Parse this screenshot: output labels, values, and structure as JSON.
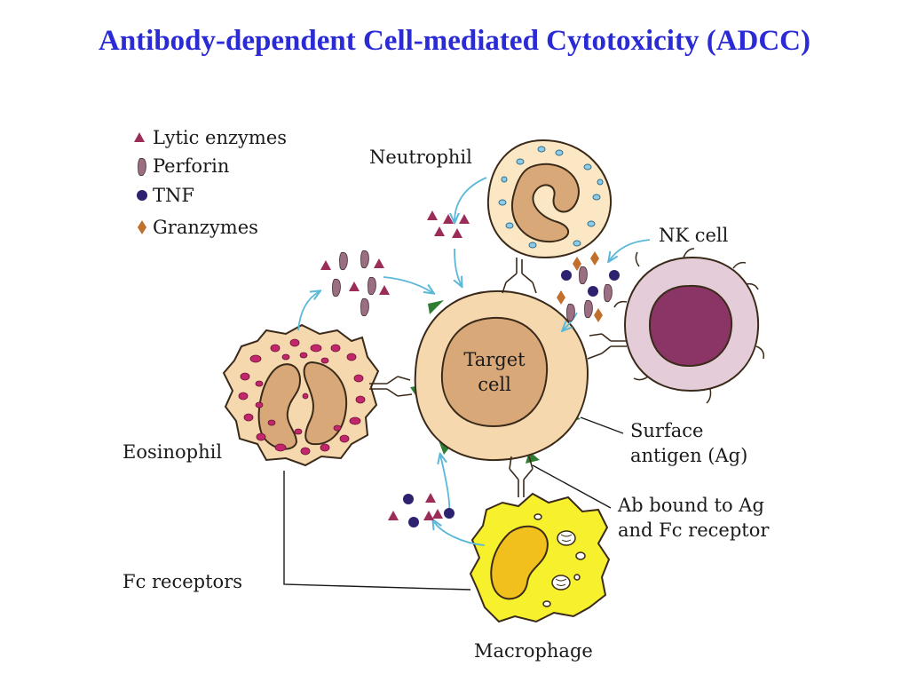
{
  "title": "Antibody-dependent Cell-mediated Cytotoxicity (ADCC)",
  "legend": {
    "lytic_enzymes": "Lytic enzymes",
    "perforin": "Perforin",
    "tnf": "TNF",
    "granzymes": "Granzymes"
  },
  "labels": {
    "neutrophil": "Neutrophil",
    "nk_cell": "NK cell",
    "target_line1": "Target",
    "target_line2": "cell",
    "eosinophil": "Eosinophil",
    "surface_antigen_line1": "Surface",
    "surface_antigen_line2": "antigen (Ag)",
    "ab_bound_line1": "Ab bound to Ag",
    "ab_bound_line2": "and Fc receptor",
    "fc_receptors": "Fc receptors",
    "macrophage": "Macrophage"
  },
  "colors": {
    "title": "#2b2bd6",
    "lytic_enzymes": "#9c2c58",
    "perforin": "#9b6f82",
    "tnf": "#2d2270",
    "granzymes": "#c0702a",
    "target_cell": "#f6d8ae",
    "arrows": "#5bb8d8"
  }
}
